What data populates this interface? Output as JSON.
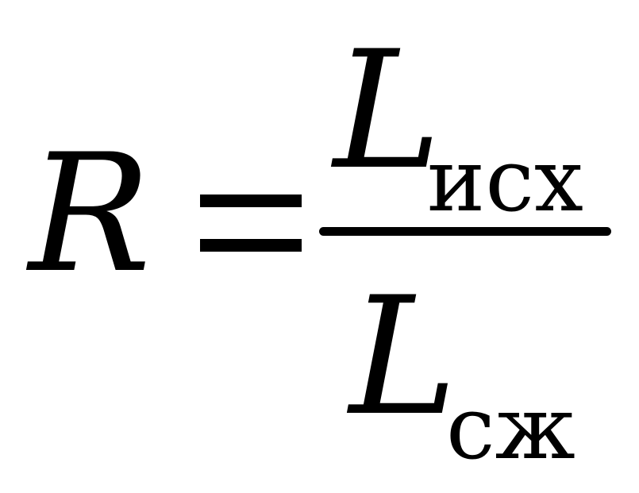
{
  "formula": {
    "lhs": "R",
    "numerator": {
      "symbol": "L",
      "subscript": "исх"
    },
    "denominator": {
      "symbol": "L",
      "subscript": "сж"
    }
  }
}
